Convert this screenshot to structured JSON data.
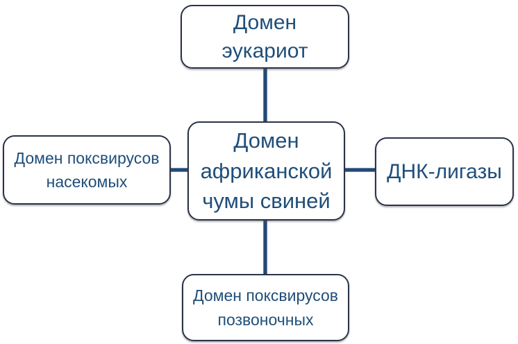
{
  "diagram": {
    "background_color": "#FFFFFF",
    "node_fill_color": "#FFFFFF",
    "node_border_color": "#2A3347",
    "node_text_color": "#1F4E79",
    "connector_color": "#1F4571",
    "nodes": {
      "top": {
        "label": "Домен\nэукариот"
      },
      "center": {
        "label": "Домен\nафриканской\nчумы свиней"
      },
      "left": {
        "label": "Домен поксвирусов\nнасекомых"
      },
      "right": {
        "label": "ДНК-лигазы"
      },
      "bottom": {
        "label": "Домен поксвирусов\nпозвоночных"
      }
    },
    "edges": [
      {
        "from": "center",
        "to": "top"
      },
      {
        "from": "center",
        "to": "left"
      },
      {
        "from": "center",
        "to": "right"
      },
      {
        "from": "center",
        "to": "bottom"
      }
    ]
  }
}
